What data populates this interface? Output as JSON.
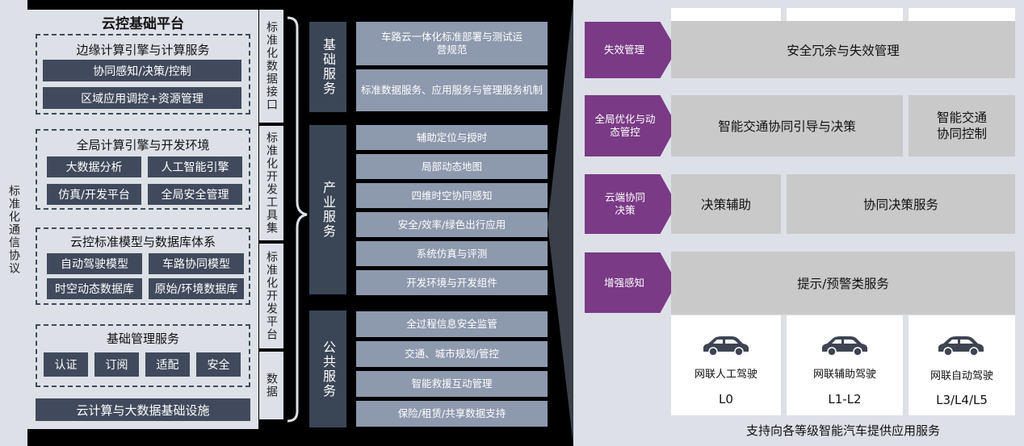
{
  "left": {
    "protocol_label": "标准化通信协议",
    "platform_title": "云控基础平台",
    "edge": {
      "title": "边缘计算引擎与计算服务",
      "items": [
        "协同感知/决策/控制",
        "区域应用调控+资源管理"
      ]
    },
    "global": {
      "title": "全局计算引擎与开发环境",
      "items": [
        "大数据分析",
        "人工智能引擎",
        "仿真/开发平台",
        "全局安全管理"
      ]
    },
    "model": {
      "title": "云控标准模型与数据库体系",
      "items": [
        "自动驾驶模型",
        "车路协同模型",
        "时空动态数据库",
        "原始/环境数据库"
      ]
    },
    "mgmt": {
      "title": "基础管理服务",
      "items": [
        "认证",
        "订阅",
        "适配",
        "安全"
      ]
    },
    "infra": "云计算与大数据基础设施",
    "side_labels": [
      "标准化数据接口",
      "标准化开发工具集",
      "标准化开发平台",
      "数据"
    ]
  },
  "middle": {
    "groups": [
      {
        "label": "基础服务",
        "items": [
          "车路云一体化标准部署与测试运营规范",
          "标准数据服务、应用服务与管理服务机制"
        ]
      },
      {
        "label": "产业服务",
        "items": [
          "辅助定位与授时",
          "局部动态地图",
          "四维时空协同感知",
          "安全/效率/绿色出行应用",
          "系统仿真与评测",
          "开发环境与开发组件"
        ]
      },
      {
        "label": "公共服务",
        "items": [
          "全过程信息安全监管",
          "交通、城市规划/管控",
          "智能救援互动管理",
          "保险/租赁/共享数据支持"
        ]
      }
    ]
  },
  "right": {
    "rows": [
      {
        "tag": "失效管理",
        "cells": [
          "安全冗余与失效管理"
        ]
      },
      {
        "tag": "全局优化与动态管控",
        "cells": [
          "智能交通协同引导与决策",
          "智能交通协同控制"
        ]
      },
      {
        "tag": "云端协同决策",
        "cells": [
          "决策辅助",
          "协同决策服务"
        ]
      },
      {
        "tag": "增强感知",
        "cells": [
          "提示/预警类服务"
        ]
      }
    ],
    "cars": [
      {
        "name": "网联人工驾驶",
        "level": "L0"
      },
      {
        "name": "网联辅助驾驶",
        "level": "L1-L2"
      },
      {
        "name": "网联自动驾驶",
        "level": "L3/L4/L5"
      }
    ],
    "footer": "支持向各等级智能汽车提供应用服务",
    "colors": {
      "purple": "#7a3a86",
      "gray": "#c9c9c9",
      "panel": "#dde0e7"
    }
  }
}
